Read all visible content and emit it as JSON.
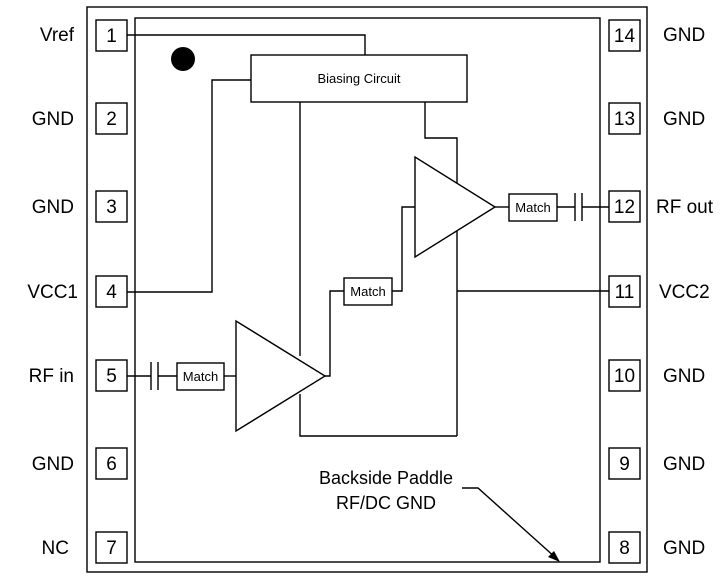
{
  "pins_left": [
    {
      "num": "1",
      "name": "Vref"
    },
    {
      "num": "2",
      "name": "GND"
    },
    {
      "num": "3",
      "name": "GND"
    },
    {
      "num": "4",
      "name": "VCC1"
    },
    {
      "num": "5",
      "name": "RF in"
    },
    {
      "num": "6",
      "name": "GND"
    },
    {
      "num": "7",
      "name": "NC"
    }
  ],
  "pins_right": [
    {
      "num": "14",
      "name": "GND"
    },
    {
      "num": "13",
      "name": "GND"
    },
    {
      "num": "12",
      "name": "RF out"
    },
    {
      "num": "11",
      "name": "VCC2"
    },
    {
      "num": "10",
      "name": "GND"
    },
    {
      "num": "9",
      "name": "GND"
    },
    {
      "num": "8",
      "name": "GND"
    }
  ],
  "blocks": {
    "biasing": "Biasing Circuit",
    "match_in": "Match",
    "match_inter": "Match",
    "match_out": "Match"
  },
  "paddle_note": {
    "line1": "Backside Paddle",
    "line2": "RF/DC GND"
  }
}
